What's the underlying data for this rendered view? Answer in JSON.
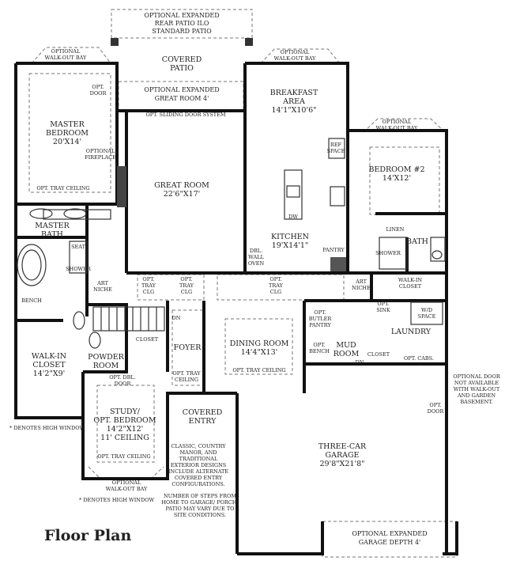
{
  "title": "Floor Plan",
  "labels": {
    "opt_rear_patio": [
      "OPTIONAL EXPANDED",
      "REAR PATIO ILO",
      "STANDARD PATIO"
    ],
    "covered_patio": [
      "COVERED",
      "PATIO"
    ],
    "opt_great_room": [
      "OPTIONAL EXPANDED",
      "GREAT ROOM 4'"
    ],
    "sliding_door": "OPT. SLIDING DOOR SYSTEM",
    "walkout_bay_master": [
      "OPTIONAL",
      "WALK-OUT BAY"
    ],
    "walkout_bay_breakfast": [
      "OPTIONAL",
      "WALK-OUT BAY"
    ],
    "walkout_bay_bedroom2": [
      "OPTIONAL",
      "WALK-OUT BAY"
    ],
    "walkout_bay_study": [
      "OPTIONAL",
      "WALK-OUT BAY"
    ],
    "opt_door_master": [
      "OPT.",
      "DOOR"
    ],
    "master_bedroom": [
      "MASTER",
      "BEDROOM",
      "20'X14'"
    ],
    "opt_fireplace": [
      "OPTIONAL",
      "FIREPLACE"
    ],
    "tray_ceiling_master": "OPT. TRAY CEILING",
    "breakfast_area": [
      "BREAKFAST",
      "AREA",
      "14'1\"X10'6\""
    ],
    "ref_space": [
      "REF",
      "SPACE"
    ],
    "great_room": [
      "GREAT ROOM",
      "22'6\"X17'"
    ],
    "bedroom2": [
      "BEDROOM #2",
      "14'X12'"
    ],
    "dw": "DW",
    "kitchen": [
      "KITCHEN",
      "19'X14'1\""
    ],
    "pantry": "PANTRY",
    "dbl_wall_oven": [
      "DBL.",
      "WALL",
      "OVEN"
    ],
    "linen": "LINEN",
    "bath": "BATH",
    "shower_bath": "SHOWER",
    "master_bath": [
      "MASTER",
      "BATH"
    ],
    "seat": "SEAT",
    "shower_master": "SHOWER",
    "bench_master": "BENCH",
    "art_niche_left": [
      "ART",
      "NICHE"
    ],
    "tray_clg_1": [
      "OPT.",
      "TRAY",
      "CLG"
    ],
    "tray_clg_2": [
      "OPT.",
      "TRAY",
      "CLG"
    ],
    "tray_clg_3": [
      "OPT.",
      "TRAY",
      "CLG"
    ],
    "art_niche_right": [
      "ART",
      "NICHE"
    ],
    "walkin_closet_right": [
      "WALK-IN",
      "CLOSET"
    ],
    "opt_sink": [
      "OPT.",
      "SINK"
    ],
    "wd_space": [
      "W/D",
      "SPACE"
    ],
    "laundry": "LAUNDRY",
    "dn_stairs": "DN",
    "closet_powder": "CLOSET",
    "foyer": "FOYER",
    "dining_room": [
      "DINING ROOM",
      "14'4\"X13'"
    ],
    "tray_ceiling_dining": "OPT. TRAY CEILING",
    "opt_butler_pantry": [
      "OPT.",
      "BUTLER",
      "PANTRY"
    ],
    "opt_bench_mud": [
      "OPT.",
      "BENCH"
    ],
    "mud_room": [
      "MUD",
      "ROOM"
    ],
    "closet_mud": "CLOSET",
    "dn_mud": "DN",
    "opt_cabs": "OPT. CABS.",
    "walkin_closet_master": [
      "WALK-IN",
      "CLOSET",
      "14'2\"X9'"
    ],
    "powder_room": [
      "POWDER",
      "ROOM"
    ],
    "tray_ceiling_foyer": [
      "OPT. TRAY",
      "CEILING"
    ],
    "opt_dbl_door": [
      "OPT. DBL.",
      "DOOR"
    ],
    "study": [
      "STUDY/",
      "OPT. BEDROOM",
      "14'2\"X12'",
      "11' CEILING"
    ],
    "tray_ceiling_study": "OPT. TRAY CEILING",
    "covered_entry": [
      "COVERED",
      "ENTRY"
    ],
    "entry_note": [
      "CLASSIC, COUNTRY",
      "MANOR, AND",
      "TRADITIONAL",
      "EXTERIOR DESIGNS",
      "INCLUDE ALTERNATE",
      "COVERED ENTRY",
      "CONFIGURATIONS."
    ],
    "steps_note": [
      "NUMBER OF STEPS FROM",
      "HOME TO GARAGE/ PORCH/",
      "PATIO MAY VARY DUE TO",
      "SITE CONDITIONS."
    ],
    "high_window_1": "* DENOTES HIGH WINDOW",
    "high_window_2": "* DENOTES HIGH WINDOW",
    "opt_door_garage": [
      "OPT.",
      "DOOR"
    ],
    "door_note": [
      "OPTIONAL DOOR",
      "NOT AVAILABLE",
      "WITH WALK-OUT",
      "AND GARDEN",
      "BASEMENT."
    ],
    "garage": [
      "THREE-CAR",
      "GARAGE",
      "29'8\"X21'8\""
    ],
    "opt_garage_depth": [
      "OPTIONAL EXPANDED",
      "GARAGE DEPTH 4'"
    ]
  }
}
